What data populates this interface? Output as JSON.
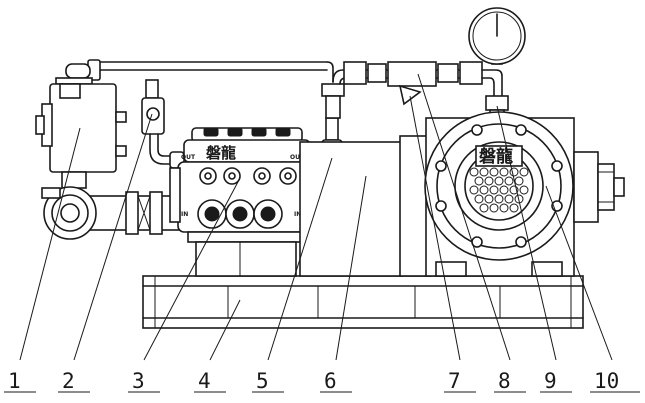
{
  "drawing": {
    "brand_mark": "磐龍",
    "port_out": "OUT",
    "port_in": "IN"
  },
  "callouts": [
    {
      "id": "1",
      "label": "1"
    },
    {
      "id": "2",
      "label": "2"
    },
    {
      "id": "3",
      "label": "3"
    },
    {
      "id": "4",
      "label": "4"
    },
    {
      "id": "5",
      "label": "5"
    },
    {
      "id": "6",
      "label": "6"
    },
    {
      "id": "7",
      "label": "7"
    },
    {
      "id": "8",
      "label": "8"
    },
    {
      "id": "9",
      "label": "9"
    },
    {
      "id": "10",
      "label": "10"
    }
  ]
}
